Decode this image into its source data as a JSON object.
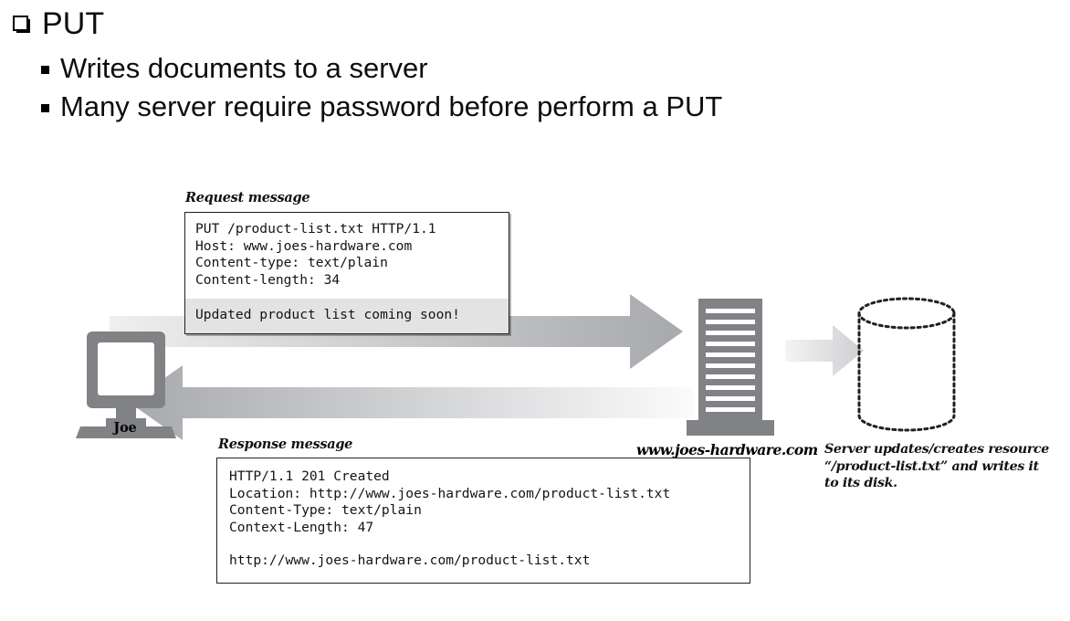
{
  "slide": {
    "title_bullet": "PUT",
    "sub_bullets": [
      "Writes documents to a server",
      "Many server require password before perform a PUT"
    ]
  },
  "diagram": {
    "request": {
      "caption": "Request message",
      "headers": "PUT /product-list.txt HTTP/1.1\nHost: www.joes-hardware.com\nContent-type: text/plain\nContent-length: 34",
      "body": "Updated product list coming soon!"
    },
    "response": {
      "caption": "Response message",
      "headers": "HTTP/1.1 201 Created\nLocation: http://www.joes-hardware.com/product-list.txt\nContent-Type: text/plain\nContext-Length: 47",
      "body": "http://www.joes-hardware.com/product-list.txt"
    },
    "client_label": "Joe",
    "server_label": "www.joes-hardware.com",
    "storage_caption": "Server updates/creates resource “/product-list.txt” and writes it to its disk."
  },
  "colors": {
    "icon_gray": "#808285",
    "arrow_dark": "#a7a9ac",
    "arrow_light": "#f1f1f1",
    "body_shade": "#e3e3e3",
    "stroke": "#231f20",
    "text": "#000000"
  },
  "icons": {
    "title_bullet": "hollow-square-bullet",
    "sub_bullet": "small-square-bullet",
    "client": "desktop-computer-icon",
    "server": "server-rack-icon",
    "storage": "database-cylinder-icon",
    "request_arrow": "arrow-right-icon",
    "response_arrow": "arrow-left-icon",
    "write_arrow": "arrow-right-icon"
  }
}
